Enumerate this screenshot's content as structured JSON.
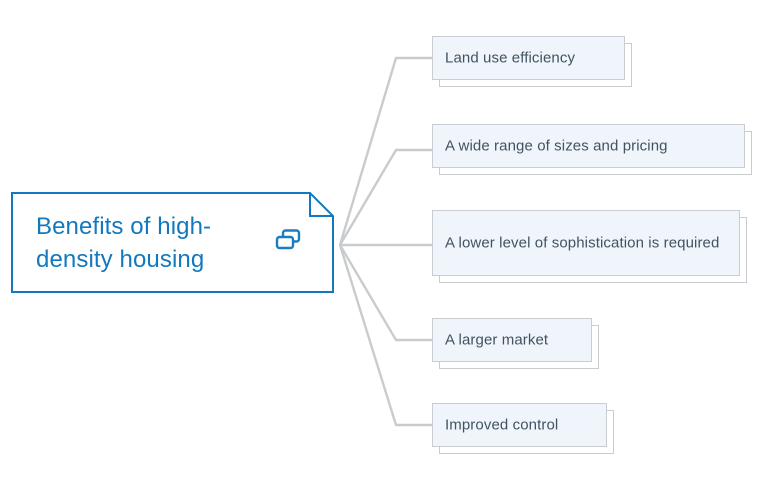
{
  "diagram": {
    "type": "mind-map",
    "orientation": "left-to-right",
    "background_color": "#ffffff",
    "root": {
      "text": "Benefits of high-density housing",
      "text_line_1": "Benefits of high-",
      "text_line_2": "density housing",
      "text_color": "#1379bf",
      "border_color": "#1379bf",
      "fill_color": "#ffffff",
      "shape": "folded-corner-rectangle",
      "icon": "copy-icon",
      "icon_color": "#1379bf"
    },
    "connector": {
      "color": "#c8cccf",
      "style": "polyline"
    },
    "children": [
      {
        "label": "Land use efficiency",
        "fill_color": "#eff5fb",
        "border_color": "#c9cdd1",
        "text_color": "#42525f"
      },
      {
        "label": "A wide range of sizes and pricing",
        "fill_color": "#eff5fb",
        "border_color": "#c9cdd1",
        "text_color": "#42525f"
      },
      {
        "label": "A lower level of sophistication is required",
        "fill_color": "#eff5fb",
        "border_color": "#c9cdd1",
        "text_color": "#42525f"
      },
      {
        "label": "A larger market",
        "fill_color": "#eff5fb",
        "border_color": "#c9cdd1",
        "text_color": "#42525f"
      },
      {
        "label": "Improved control",
        "fill_color": "#eff5fb",
        "border_color": "#c9cdd1",
        "text_color": "#42525f"
      }
    ]
  }
}
